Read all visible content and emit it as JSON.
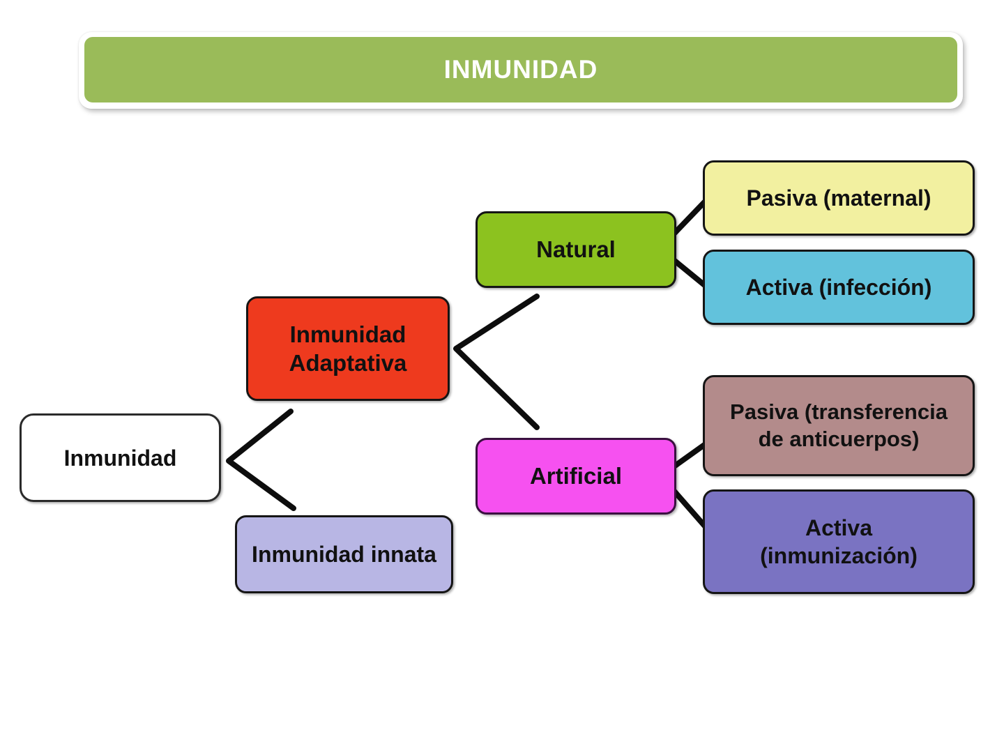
{
  "header": {
    "title": "INMUNIDAD",
    "bg_color": "#9abb59",
    "text_color": "#ffffff"
  },
  "diagram": {
    "edge_color": "#0d0d0d",
    "node_text_color": "#111111",
    "nodes": {
      "root": {
        "label": "Inmunidad",
        "bg_color": "#ffffff"
      },
      "adaptativa": {
        "label": "Inmunidad\nAdaptativa",
        "bg_color": "#ee3a1e"
      },
      "innata": {
        "label": "Inmunidad innata",
        "bg_color": "#b8b6e4"
      },
      "natural": {
        "label": "Natural",
        "bg_color": "#8cc21f"
      },
      "artificial": {
        "label": "Artificial",
        "bg_color": "#f651f0"
      },
      "pasiva_maternal": {
        "label": "Pasiva (maternal)",
        "bg_color": "#f2f0a0"
      },
      "activa_infeccion": {
        "label": "Activa (infección)",
        "bg_color": "#62c2dc"
      },
      "pasiva_transferencia": {
        "label": "Pasiva (transferencia\nde anticuerpos)",
        "bg_color": "#b38b8b"
      },
      "activa_inmunizacion": {
        "label": "Activa\n(inmunización)",
        "bg_color": "#7a73c2"
      }
    }
  }
}
